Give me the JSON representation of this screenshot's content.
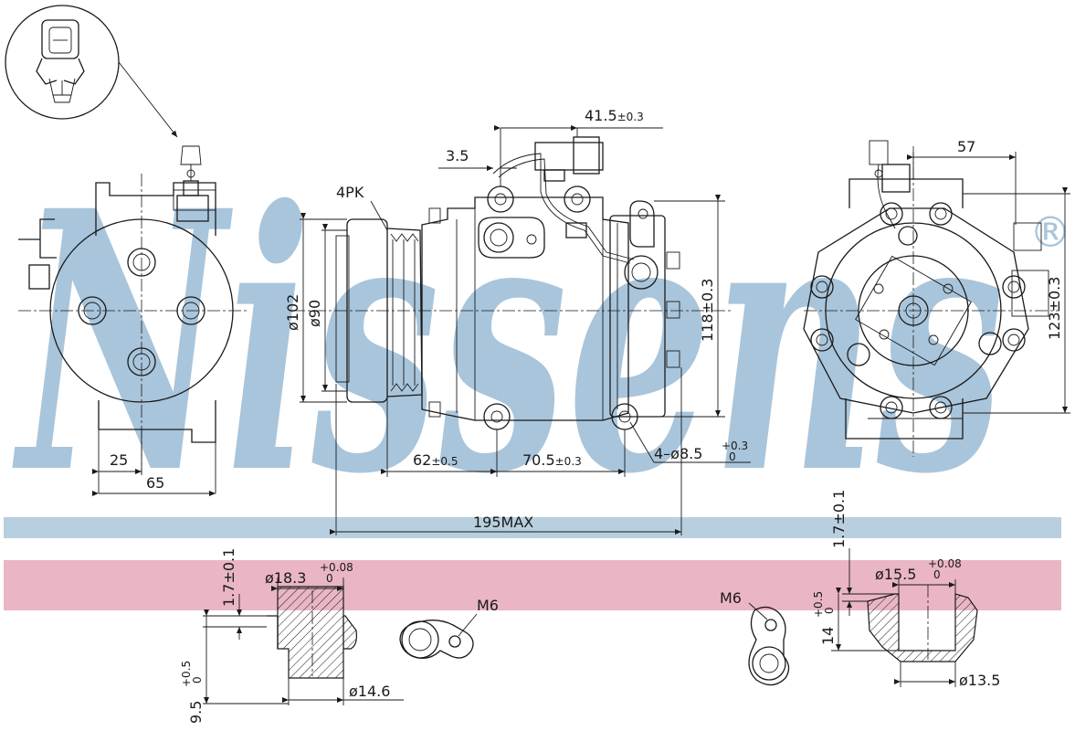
{
  "brand": {
    "wordmark": "Nissens",
    "registered_mark": "®"
  },
  "colors": {
    "band_blue": "#b7cfdf",
    "band_pink": "#eab6c3",
    "watermark": "#a9c5db",
    "line": "#1a1a1a"
  },
  "front_view": {
    "dim_width": "65",
    "dim_offset": "25"
  },
  "side_view": {
    "pulley_label": "4PK",
    "dim_connector_offset": "3.5",
    "dim_connector": "41.5",
    "dim_connector_tol": "±0.3",
    "dim_outer_dia": "ø102",
    "dim_pulley_dia": "ø90",
    "dim_height": "118±0.3",
    "dim_mount_left": "62",
    "dim_mount_left_tol": "±0.5",
    "dim_mount_right": "70.5",
    "dim_mount_right_tol": "±0.3",
    "dim_holes": "4–ø8.5",
    "dim_holes_tol_upper": "+0.3",
    "dim_holes_tol_lower": "0",
    "dim_total_length": "195MAX"
  },
  "rear_view": {
    "dim_top": "57",
    "dim_height": "123±0.3"
  },
  "port_left": {
    "dim_depth": "1.7±0.1",
    "dim_dia": "ø18.3",
    "dim_dia_tol_upper": "+0.08",
    "dim_dia_tol_lower": "0",
    "dim_thread": "M6",
    "dim_height": "9.5",
    "dim_height_tol_upper": "+0.5",
    "dim_height_tol_lower": "0",
    "dim_bore": "ø14.6"
  },
  "port_right": {
    "dim_depth": "1.7±0.1",
    "dim_dia": "ø15.5",
    "dim_dia_tol_upper": "+0.08",
    "dim_dia_tol_lower": "0",
    "dim_thread": "M6",
    "dim_height": "14",
    "dim_height_tol_upper": "+0.5",
    "dim_height_tol_lower": "0",
    "dim_bore": "ø13.5"
  }
}
